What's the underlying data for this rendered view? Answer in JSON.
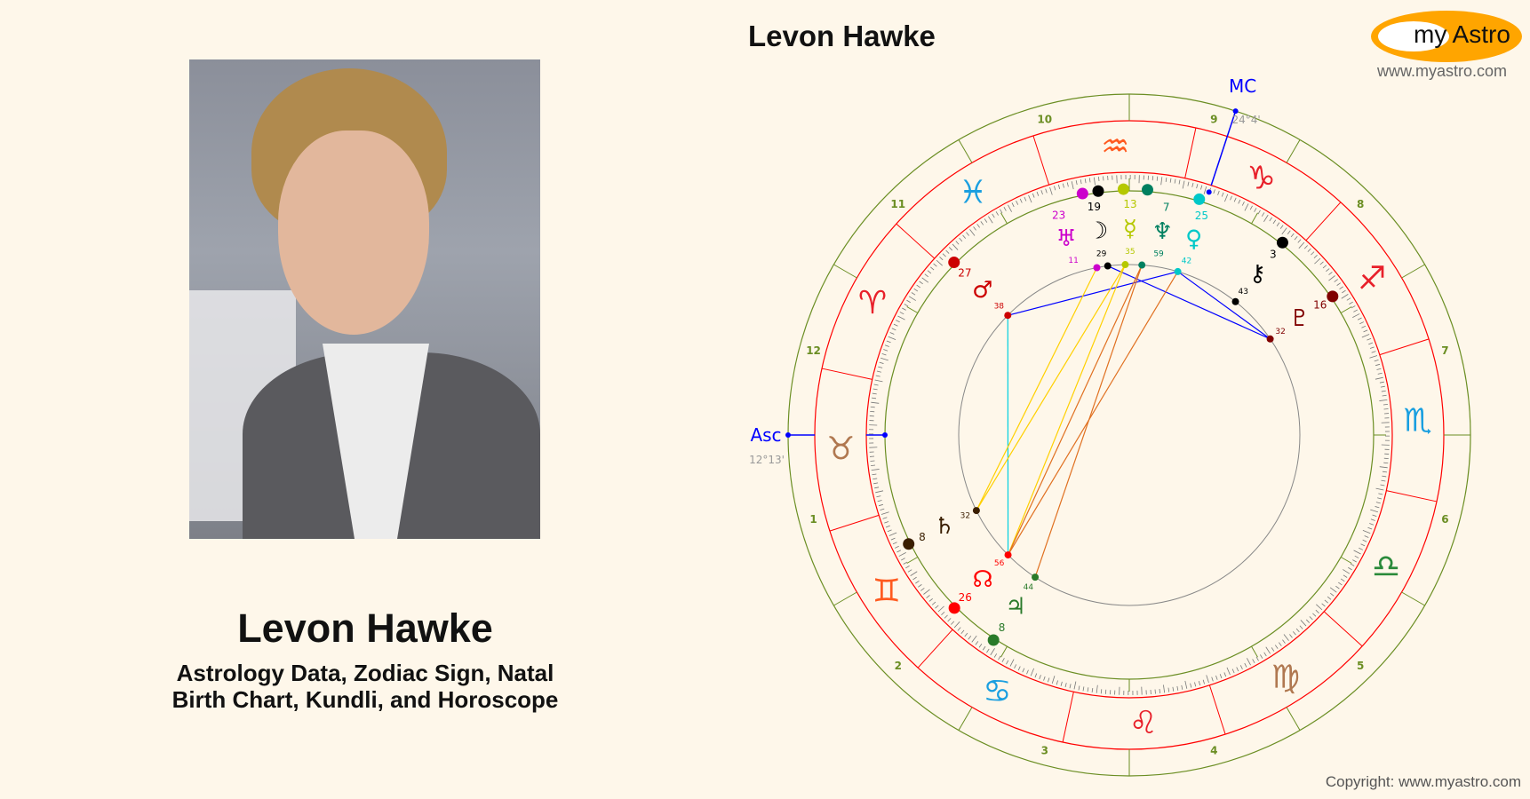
{
  "page": {
    "title": "Levon Hawke",
    "name": "Levon Hawke",
    "subtitle_line1": "Astrology Data, Zodiac Sign, Natal",
    "subtitle_line2": "Birth Chart, Kundli, and Horoscope",
    "copyright": "Copyright: www.myastro.com"
  },
  "logo": {
    "text": "my Astro",
    "website": "www.myastro.com",
    "color": "#ffa500"
  },
  "chart": {
    "asc": {
      "label": "Asc",
      "degree": "12°13'",
      "longitude": 42.22
    },
    "mc": {
      "label": "MC",
      "degree": "24°4'",
      "longitude": 294.07
    },
    "colors": {
      "outer_ring": "#6b8e23",
      "sign_ring": "#ff0000",
      "angles": "#0000ff",
      "aspect_circle": "#888888"
    },
    "house_labels": [
      "1",
      "2",
      "3",
      "4",
      "5",
      "6",
      "7",
      "8",
      "9",
      "10",
      "11",
      "12"
    ],
    "signs": [
      {
        "name": "aries",
        "glyph": "♈",
        "color": "#e8202a"
      },
      {
        "name": "taurus",
        "glyph": "♉",
        "color": "#b07850"
      },
      {
        "name": "gemini",
        "glyph": "♊",
        "color": "#ff5a1f"
      },
      {
        "name": "cancer",
        "glyph": "♋",
        "color": "#1a9fe0"
      },
      {
        "name": "leo",
        "glyph": "♌",
        "color": "#e8202a"
      },
      {
        "name": "virgo",
        "glyph": "♍",
        "color": "#b07850"
      },
      {
        "name": "libra",
        "glyph": "♎",
        "color": "#2a8a3a"
      },
      {
        "name": "scorpio",
        "glyph": "♏",
        "color": "#1a9fe0"
      },
      {
        "name": "sagittarius",
        "glyph": "♐",
        "color": "#e8202a"
      },
      {
        "name": "capricorn",
        "glyph": "♑",
        "color": "#e8202a"
      },
      {
        "name": "aquarius",
        "glyph": "♒",
        "color": "#ff5a1f"
      },
      {
        "name": "pisces",
        "glyph": "♓",
        "color": "#1a9fe0"
      }
    ],
    "planets": [
      {
        "name": "uranus",
        "glyph": "♅",
        "deg": "23",
        "min": "11",
        "longitude": 323.18,
        "color": "#cc00cc"
      },
      {
        "name": "moon",
        "glyph": "☽",
        "deg": "19",
        "min": "29",
        "longitude": 319.48,
        "color": "#000000"
      },
      {
        "name": "mercury",
        "glyph": "☿",
        "deg": "13",
        "min": "35",
        "longitude": 313.58,
        "color": "#b5c800"
      },
      {
        "name": "neptune",
        "glyph": "♆",
        "deg": "7",
        "min": "59",
        "longitude": 307.98,
        "color": "#008060"
      },
      {
        "name": "venus",
        "glyph": "♀",
        "deg": "25",
        "min": "42",
        "longitude": 295.7,
        "color": "#00c8c8"
      },
      {
        "name": "chiron",
        "glyph": "⚷",
        "deg": "3",
        "min": "43",
        "longitude": 273.72,
        "color": "#000000"
      },
      {
        "name": "pluto",
        "glyph": "♇",
        "deg": "16",
        "min": "32",
        "longitude": 256.53,
        "color": "#800000"
      },
      {
        "name": "mars",
        "glyph": "♂",
        "deg": "27",
        "min": "38",
        "longitude": 357.63,
        "color": "#cc0000"
      },
      {
        "name": "saturn",
        "glyph": "♄",
        "deg": "8",
        "min": "32",
        "longitude": 68.53,
        "color": "#3a1e00"
      },
      {
        "name": "north-node",
        "glyph": "☊",
        "deg": "26",
        "min": "56",
        "longitude": 86.93,
        "color": "#ff0000"
      },
      {
        "name": "jupiter",
        "glyph": "♃",
        "deg": "8",
        "min": "44",
        "longitude": 98.73,
        "color": "#2a7a2a"
      }
    ],
    "aspects": [
      {
        "from": "mars",
        "to": "venus",
        "color": "#0000ff"
      },
      {
        "from": "mars",
        "to": "north-node",
        "color": "#00d0e0"
      },
      {
        "from": "venus",
        "to": "pluto",
        "color": "#0000ff"
      },
      {
        "from": "moon",
        "to": "pluto",
        "color": "#0000ff"
      },
      {
        "from": "uranus",
        "to": "saturn",
        "color": "#ffd000"
      },
      {
        "from": "mercury",
        "to": "saturn",
        "color": "#ffd000"
      },
      {
        "from": "mercury",
        "to": "north-node",
        "color": "#ffd000"
      },
      {
        "from": "neptune",
        "to": "north-node",
        "color": "#e07020"
      },
      {
        "from": "venus",
        "to": "north-node",
        "color": "#e07020"
      },
      {
        "from": "neptune",
        "to": "jupiter",
        "color": "#e07020"
      }
    ]
  }
}
